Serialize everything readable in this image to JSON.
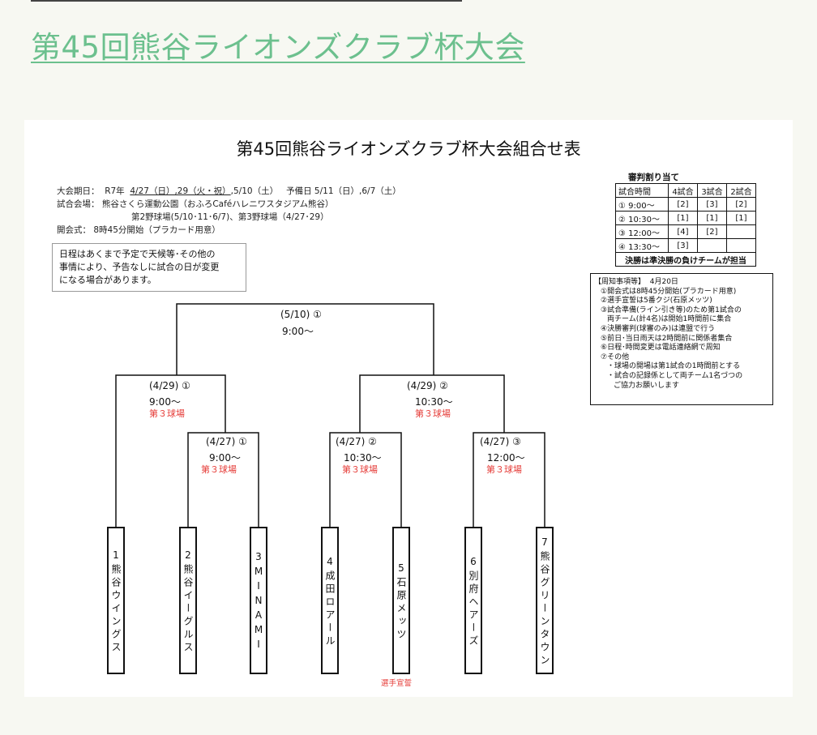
{
  "page_title": "第45回熊谷ライオンズクラブ杯大会",
  "sheet": {
    "title": "第45回熊谷ライオンズクラブ杯大会組合せ表",
    "dates_label": "大会期日：",
    "dates_year": "R7年",
    "dates_d1": "4/27（日）",
    "dates_d2": ",29（火・祝）",
    "dates_d3": ",5/10（土）",
    "dates_reserve": "予備日 5/11（日）,6/7（土）",
    "venue_label": "試合会場：",
    "venue_1": "熊谷さくら運動公園（おふろCaféハレニワスタジアム熊谷）",
    "venue_2": "第2野球場(5/10･11･6/7)、第3野球場（4/27･29）",
    "opening": "開会式： 8時45分開始（プラカード用意）",
    "notice_lines": [
      "日程はあくまで予定で天候等･その他の",
      "事情により、予告なしに試合の日が変更",
      "になる場合があります。"
    ]
  },
  "referee": {
    "title": "審判割り当て",
    "headers": [
      "試合時間",
      "4試合",
      "3試合",
      "2試合"
    ],
    "rows": [
      [
        "① 9:00～",
        "[2]",
        "[3]",
        "[2]"
      ],
      [
        "② 10:30～",
        "[1]",
        "[1]",
        "[1]"
      ],
      [
        "③ 12:00～",
        "[4]",
        "[2]",
        ""
      ],
      [
        "④ 13:30～",
        "[3]",
        "",
        ""
      ]
    ],
    "footnote": "決勝は準決勝の負けチームが担当"
  },
  "notes": {
    "heading": "【周知事項等】",
    "date": "4月20日",
    "items": [
      "①開会式は8時45分開始(プラカード用意)",
      "②選手宣誓は5番クジ(石原メッツ)",
      "③試合準備(ライン引き等)のため第1試合の",
      "両チーム(計4名)は開始1時間前に集合",
      "④決勝審判(球審のみ)は連盟で行う",
      "⑤前日･当日雨天は2時間前に関係者集合",
      "⑥日程･時間変更は電話連絡網で周知",
      "⑦その他",
      "・球場の開場は第1試合の1時間前とする",
      "・試合の記録係として両チーム1名づつの",
      "ご協力お願いします"
    ]
  },
  "matches": {
    "final": {
      "date": "(5/10) ①",
      "time": "9:00～"
    },
    "sf1": {
      "date": "(4/29) ①",
      "time": "9:00～",
      "venue": "第３球場"
    },
    "sf2": {
      "date": "(4/29) ②",
      "time": "10:30～",
      "venue": "第３球場"
    },
    "r1a": {
      "date": "(4/27) ①",
      "time": "9:00～",
      "venue": "第３球場"
    },
    "r1b": {
      "date": "(4/27) ②",
      "time": "10:30～",
      "venue": "第３球場"
    },
    "r1c": {
      "date": "(4/27) ③",
      "time": "12:00～",
      "venue": "第３球場"
    }
  },
  "teams": [
    "1熊谷ウイングス",
    "2熊谷イーグルス",
    "3MINAMI",
    "4成田ロアール",
    "5石原メッツ",
    "6別府ヘアーズ",
    "7熊谷グリーンタウン"
  ],
  "oath_label": "選手宣誓",
  "colors": {
    "title": "#6cc08e",
    "venue": "#e53935"
  }
}
